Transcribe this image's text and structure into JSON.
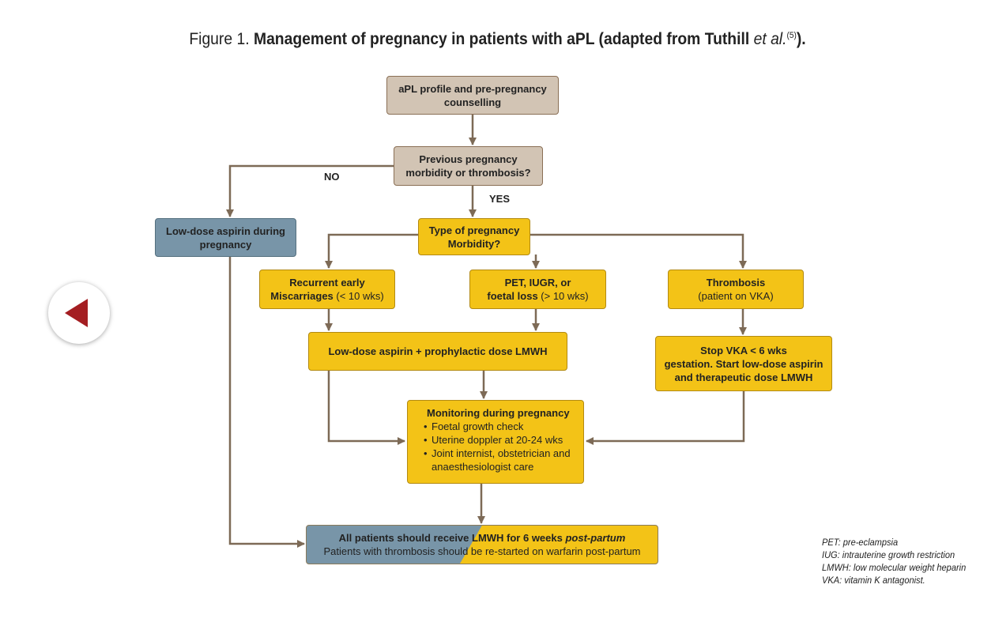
{
  "title": {
    "prefix": "Figure 1. ",
    "bold": "Management of pregnancy in patients with aPL (adapted from Tuthill ",
    "etal": "et al.",
    "ref": "(5)",
    "suffix": ")."
  },
  "nodes": {
    "profile": [
      "aPL profile and pre-pregnancy",
      "counselling"
    ],
    "previous": [
      "Previous pregnancy",
      "morbidity or thrombosis?"
    ],
    "aspirin_only": [
      "Low-dose aspirin during",
      "pregnancy"
    ],
    "type": [
      "Type of pregnancy",
      "Morbidity?"
    ],
    "recurrent": {
      "line1": "Recurrent early",
      "line2_bold": "Miscarriages",
      "line2_rest": " (< 10 wks)"
    },
    "pet": {
      "line1": "PET, IUGR, or",
      "line2_bold": "foetal loss",
      "line2_rest": " (> 10 wks)"
    },
    "thrombosis": {
      "line1": "Thrombosis",
      "line2": "(patient on VKA)"
    },
    "aspirin_lmwh": "Low-dose aspirin + prophylactic dose LMWH",
    "stop_vka": [
      "Stop VKA < 6 wks",
      "gestation. Start low-dose aspirin",
      "and therapeutic dose LMWH"
    ],
    "monitoring": {
      "heading": "Monitoring during pregnancy",
      "items": [
        "Foetal growth check",
        "Uterine doppler at 20-24 wks",
        "Joint internist, obstetrician and"
      ],
      "continuation": "anaesthesiologist care"
    },
    "all_patients": {
      "line1_bold": "All patients should receive LMWH for 6 weeks ",
      "line1_italic": "post-partum",
      "line2": "Patients with thrombosis should be re-started on warfarin post-partum"
    }
  },
  "labels": {
    "no": "NO",
    "yes": "YES"
  },
  "legend": [
    "PET: pre-eclampsia",
    "IUG: intrauterine growth restriction",
    "LMWH: low molecular weight heparin",
    "VKA: vitamin K antagonist."
  ],
  "colors": {
    "tan": "#d2c4b4",
    "blue": "#7895a8",
    "gold": "#f3c317",
    "connector": "#7d6a56",
    "back_arrow": "#a41e22"
  },
  "icons": {
    "back_button": "triangle-left-icon"
  }
}
